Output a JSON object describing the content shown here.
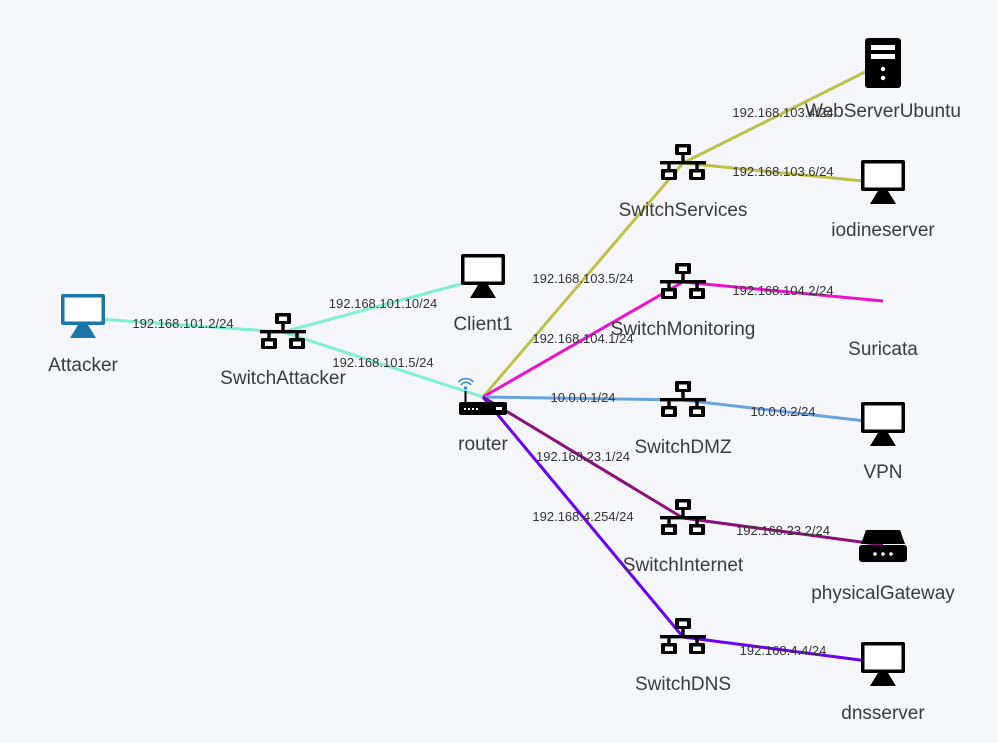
{
  "colors": {
    "attacker_link": "#7fefd4",
    "services_link": "#bfc048",
    "monitoring_link": "#ee11cc",
    "dmz_link": "#6aa1e0",
    "internet_link": "#8b0f7c",
    "dns_link": "#6a00f5",
    "attacker_icon": "#1a77a8",
    "router_wifi": "#3a86d6",
    "icon": "#000000"
  },
  "nodes": {
    "attacker": {
      "label": "Attacker",
      "icon": "monitor-icon"
    },
    "switch_attacker": {
      "label": "SwitchAttacker",
      "icon": "switch-icon"
    },
    "client1": {
      "label": "Client1",
      "icon": "monitor-icon"
    },
    "router": {
      "label": "router",
      "icon": "router-icon"
    },
    "switch_services": {
      "label": "SwitchServices",
      "icon": "switch-icon"
    },
    "webserver": {
      "label": "WebServerUbuntu",
      "icon": "server-tower-icon"
    },
    "iodineserver": {
      "label": "iodineserver",
      "icon": "monitor-icon"
    },
    "switch_monitoring": {
      "label": "SwitchMonitoring",
      "icon": "switch-icon"
    },
    "suricata": {
      "label": "Suricata",
      "icon": "none"
    },
    "switch_dmz": {
      "label": "SwitchDMZ",
      "icon": "switch-icon"
    },
    "vpn": {
      "label": "VPN",
      "icon": "monitor-icon"
    },
    "switch_internet": {
      "label": "SwitchInternet",
      "icon": "switch-icon"
    },
    "physical_gateway": {
      "label": "physicalGateway",
      "icon": "gateway-icon"
    },
    "switch_dns": {
      "label": "SwitchDNS",
      "icon": "switch-icon"
    },
    "dnsserver": {
      "label": "dnsserver",
      "icon": "monitor-icon"
    }
  },
  "links": {
    "attacker_ip": "192.168.101.2/24",
    "client1_ip": "192.168.101.10/24",
    "router_attacker_ip": "192.168.101.5/24",
    "webserver_ip": "192.168.103.4/24",
    "iodine_ip": "192.168.103.6/24",
    "router_services_ip": "192.168.103.5/24",
    "suricata_ip": "192.168.104.2/24",
    "router_monitoring_ip": "192.168.104.1/24",
    "router_dmz_ip": "10.0.0.1/24",
    "vpn_ip": "10.0.0.2/24",
    "router_internet_ip": "192.168.23.1/24",
    "gateway_ip": "192.168.23.2/24",
    "router_dns_ip": "192.168.4.254/24",
    "dns_ip": "192.168.4.4/24"
  }
}
